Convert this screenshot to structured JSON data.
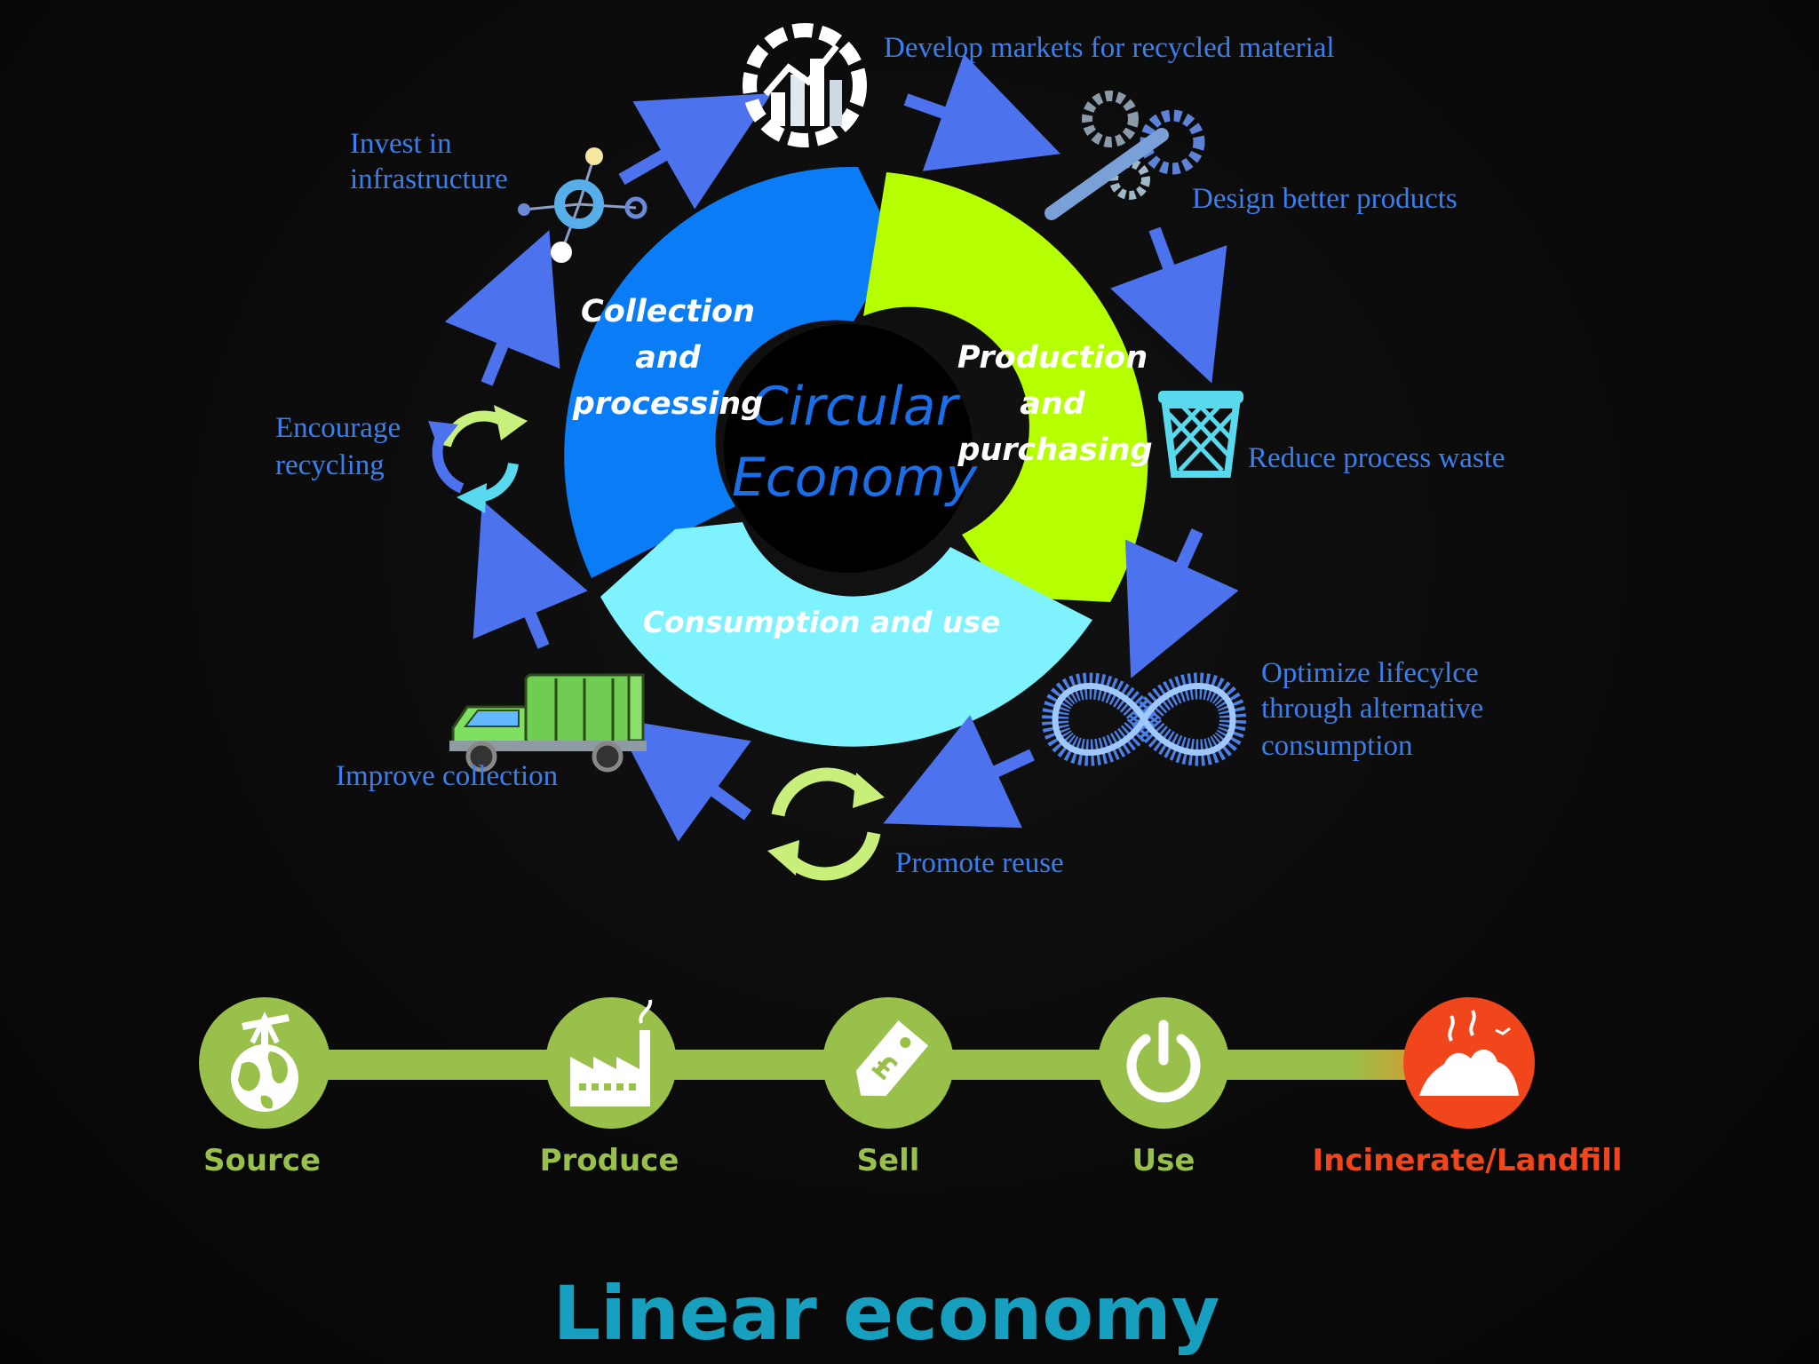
{
  "colors": {
    "blue_segment": "#0a7cf5",
    "green_segment": "#b6ff00",
    "cyan_segment": "#7ff2ff",
    "center": "#000000",
    "label_blue": "#3a7ff0",
    "arrow": "#4c72ee",
    "linear_green": "#99c04a",
    "linear_red": "#f1461c",
    "title_teal": "#169fbe"
  },
  "circular": {
    "center": {
      "line1": "Circular",
      "line2": "Economy"
    },
    "segments": {
      "collection": {
        "line1": "Collection",
        "line2": "and",
        "line3": "processing"
      },
      "production": {
        "line1": "Production",
        "line2": "and",
        "line3": "purchasing"
      },
      "consumption": {
        "label": "Consumption and use"
      }
    },
    "steps": {
      "develop_markets": {
        "label": "Develop markets for recycled material",
        "icon": "growth-chart-icon"
      },
      "design_products": {
        "label": "Design better products",
        "icon": "gears-wrench-icon"
      },
      "reduce_waste": {
        "label": "Reduce process waste",
        "icon": "wastebasket-icon"
      },
      "optimize": {
        "line1": "Optimize lifecylce",
        "line2": "through alternative",
        "line3": "consumption",
        "icon": "infinity-icon"
      },
      "promote_reuse": {
        "label": "Promote reuse",
        "icon": "reuse-cycle-icon"
      },
      "improve_collection": {
        "label": "Improve collection",
        "icon": "garbage-truck-icon"
      },
      "encourage_recycling": {
        "line1": "Encourage",
        "line2": "recycling",
        "icon": "recycle-arrows-icon"
      },
      "invest_infrastructure": {
        "line1": "Invest in",
        "line2": "infrastructure",
        "icon": "network-hub-icon"
      }
    }
  },
  "linear": {
    "title": "Linear economy",
    "nodes": [
      {
        "label": "Source",
        "icon": "globe-oil-pump-icon"
      },
      {
        "label": "Produce",
        "icon": "factory-icon"
      },
      {
        "label": "Sell",
        "icon": "price-tag-icon"
      },
      {
        "label": "Use",
        "icon": "power-icon"
      },
      {
        "label": "Incinerate/Landfill",
        "icon": "landfill-icon"
      }
    ]
  }
}
